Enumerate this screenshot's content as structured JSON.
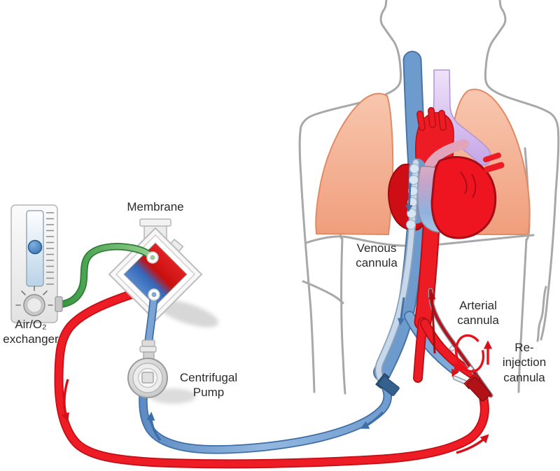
{
  "labels": {
    "air_o2_exchanger": "Air/O₂\nexchanger",
    "membrane": "Membrane",
    "centrifugal_pump": "Centrifugal\nPump",
    "venous_cannula": "Venous\ncannula",
    "arterial_cannula": "Arterial\ncannula",
    "reinjection_cannula": "Re-injection\ncannula"
  },
  "colors": {
    "oxygenated_blood_tube": "#ee1c25",
    "deoxygenated_blood_tube": "#6d9bce",
    "oxygen_tube_green": "#3f9d4b",
    "lungs": "#f2a688",
    "heart": "#e01019",
    "pulmonary_vessels": "#d5c0ee",
    "membrane_oxygenated_side": "#d81414",
    "membrane_venous_side": "#3568ba",
    "body_outline": "#a8a8a8",
    "label_text": "#2a2a2a"
  }
}
